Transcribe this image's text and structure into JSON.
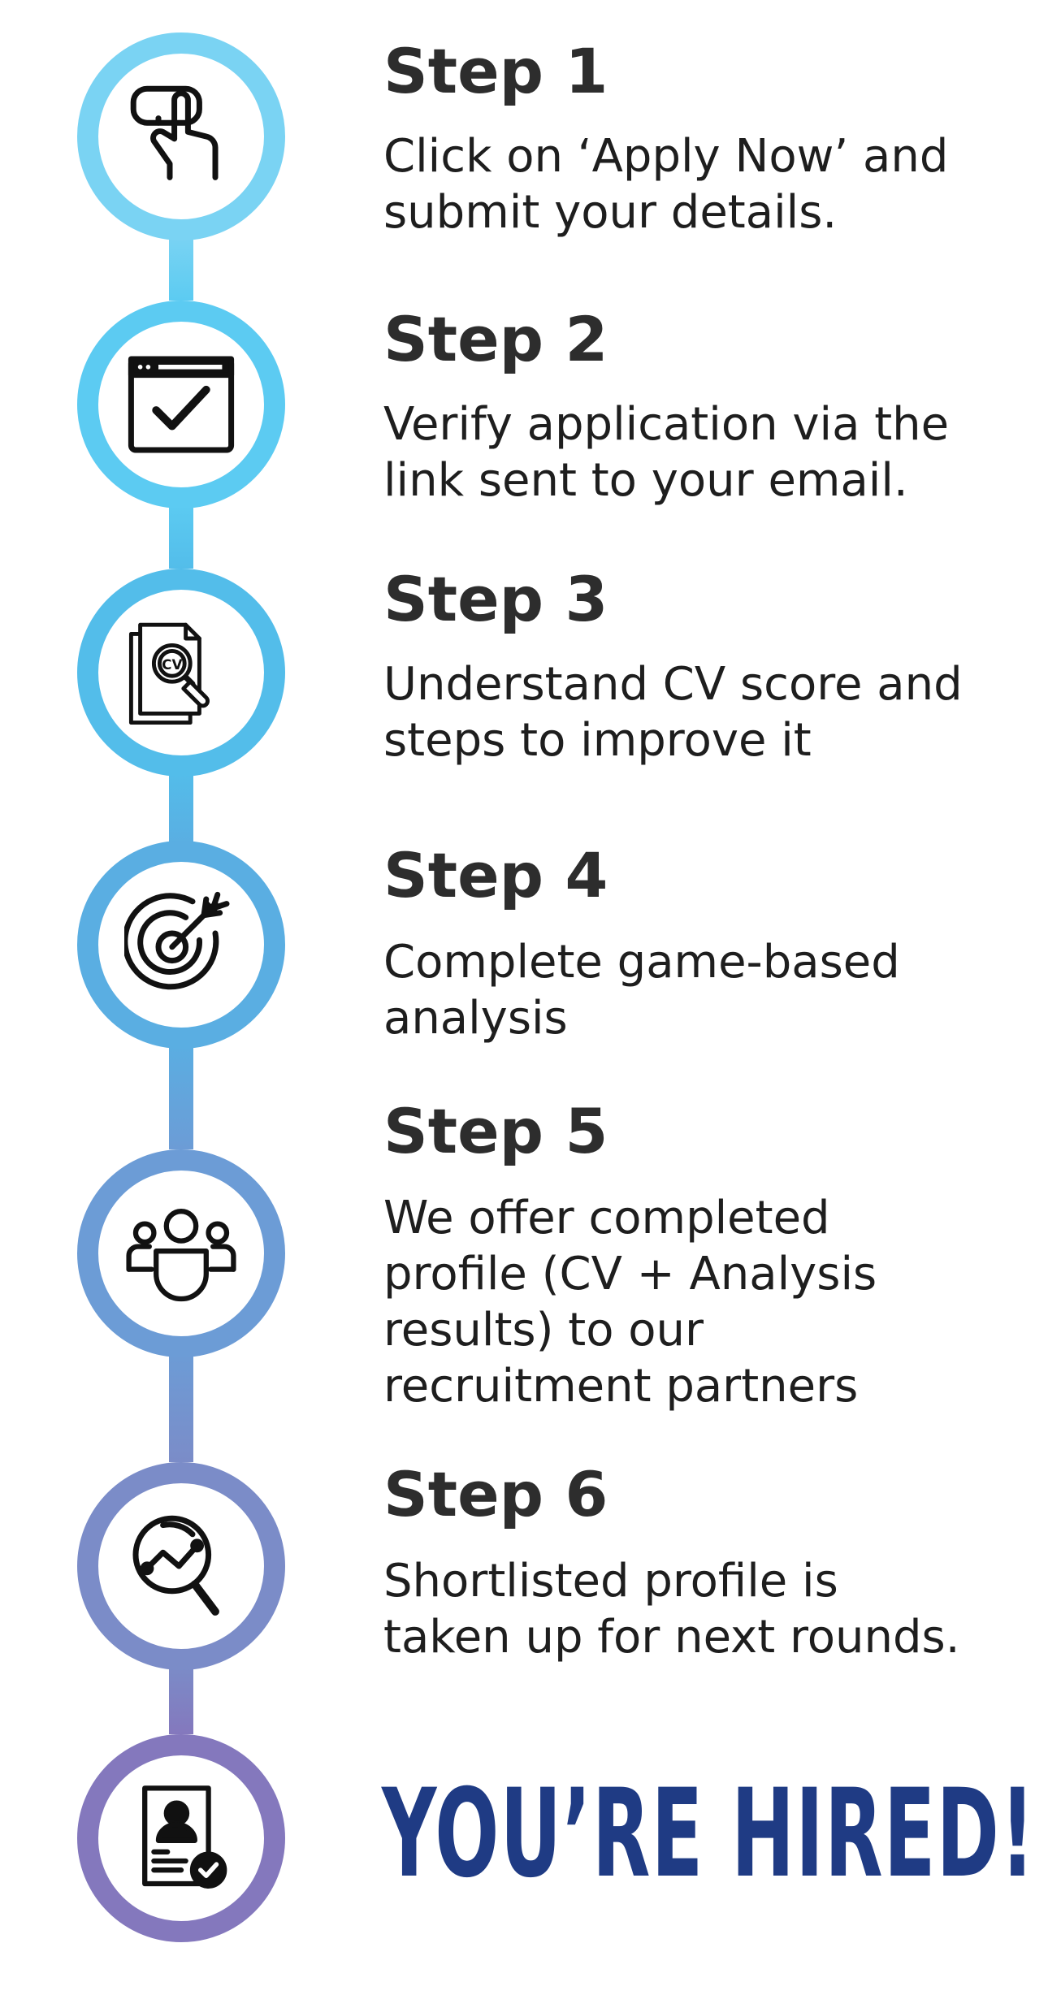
{
  "colors": {
    "ring_1": "#7ad3f3",
    "ring_2": "#5ccbf2",
    "ring_3": "#53bdea",
    "ring_4": "#5aaee2",
    "ring_5": "#6c9cd6",
    "ring_6": "#7b8cc8",
    "ring_7": "#8478bd",
    "hired_text": "#1f3b84",
    "text": "#2b2b2b"
  },
  "steps": [
    {
      "title": "Step 1",
      "description": "Click on ‘Apply Now’ and\nsubmit your details.",
      "icon": "tap-hand-icon"
    },
    {
      "title": "Step 2",
      "description": "Verify application via the\nlink sent to your email.",
      "icon": "browser-checkbox-icon"
    },
    {
      "title": "Step 3",
      "description": "Understand CV score and\nsteps to improve it",
      "icon": "cv-search-icon",
      "icon_text": "CV"
    },
    {
      "title": "Step 4",
      "description": "Complete game-based\nanalysis",
      "icon": "target-arrow-icon"
    },
    {
      "title": "Step 5",
      "description": "We offer completed\nprofile (CV + Analysis\nresults) to our\nrecruitment partners",
      "icon": "team-group-icon"
    },
    {
      "title": "Step 6",
      "description": "Shortlisted profile is\ntaken up for next rounds.",
      "icon": "analytics-magnifier-icon"
    }
  ],
  "final": {
    "text": "YOU’RE HIRED!",
    "icon": "profile-approved-icon"
  }
}
